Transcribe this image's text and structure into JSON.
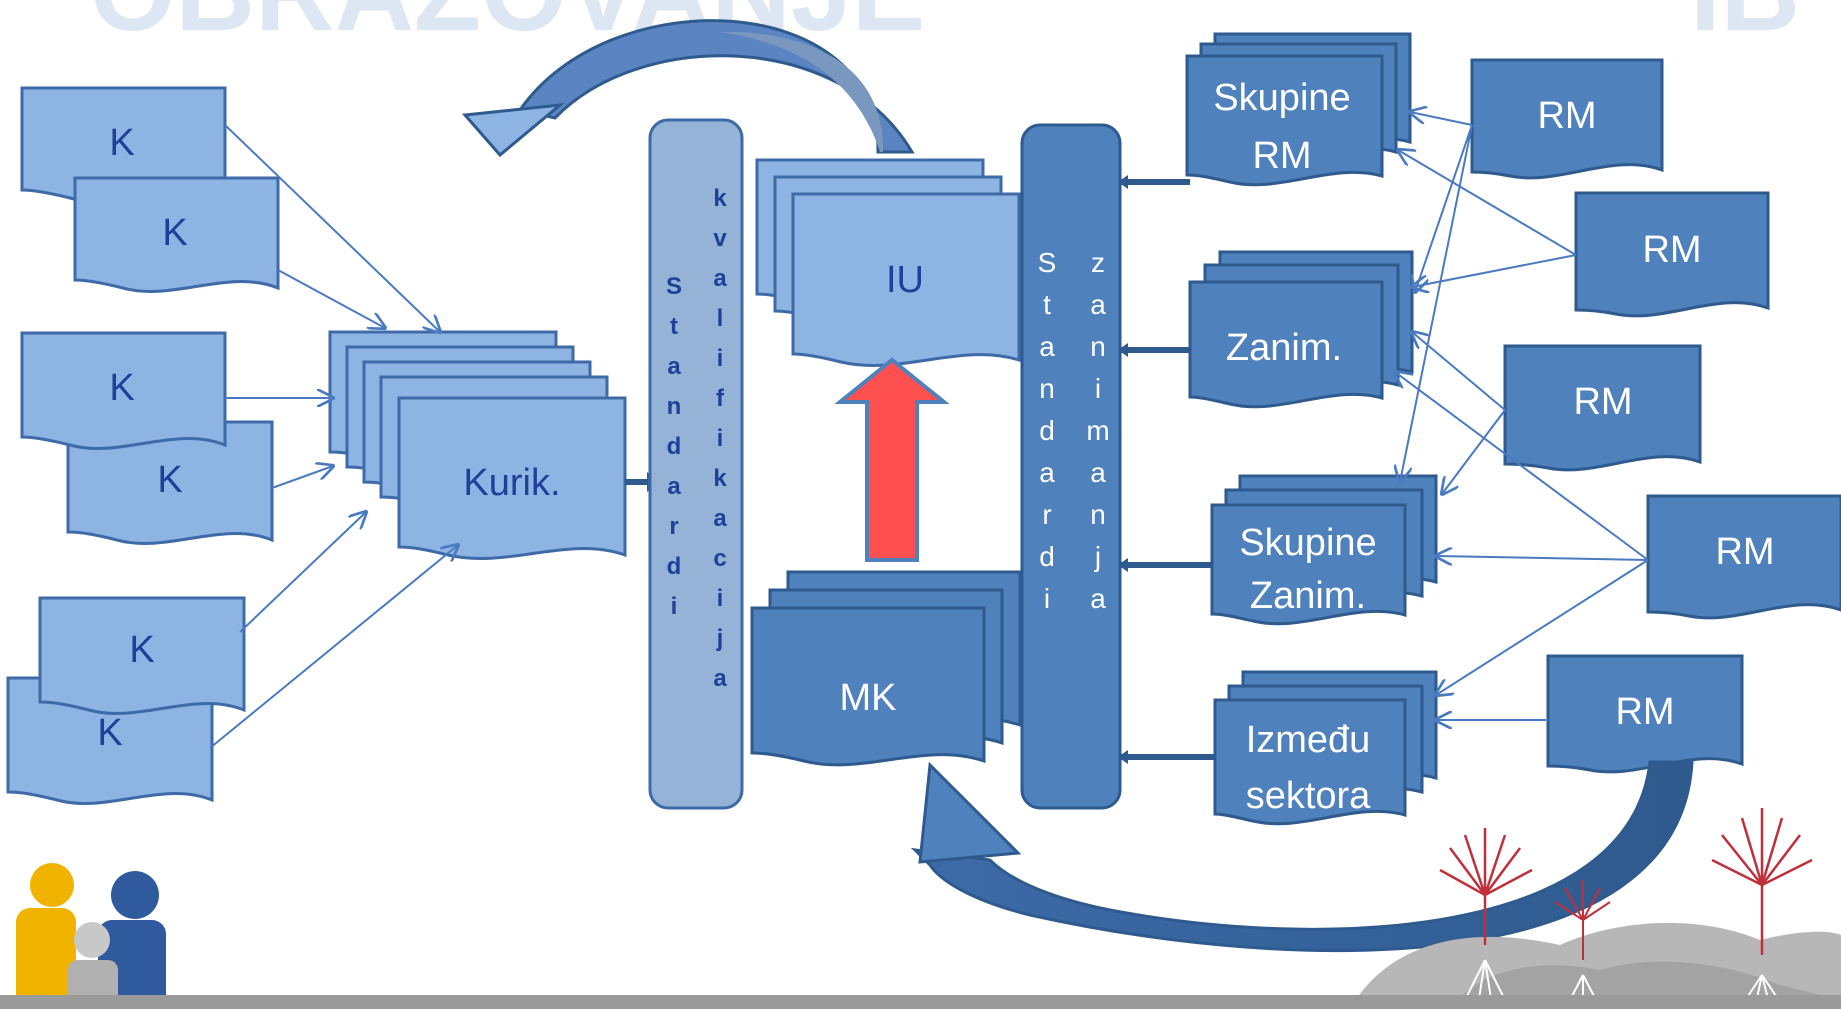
{
  "header_text": "OBRAZOVANJE",
  "header_text_right": "IB",
  "k_label": "K",
  "kurik_label": "Kurik.",
  "standard_kvalifikacija": {
    "left_column": [
      "S",
      "t",
      "a",
      "n",
      "d",
      "a",
      "r",
      "d",
      "i"
    ],
    "right_column": [
      "k",
      "v",
      "a",
      "l",
      "i",
      "f",
      "i",
      "k",
      "a",
      "c",
      "i",
      "j",
      "a"
    ]
  },
  "iu_label": "IU",
  "mk_label": "MK",
  "standard_zanimanja": {
    "left_column": [
      "S",
      "t",
      "a",
      "n",
      "d",
      "a",
      "r",
      "d",
      "i"
    ],
    "right_column": [
      "z",
      "a",
      "n",
      "i",
      "m",
      "a",
      "n",
      "j",
      "a"
    ]
  },
  "groups": [
    {
      "line1": "Skupine",
      "line2": "RM"
    },
    {
      "line1": "Zanim.",
      "line2": ""
    },
    {
      "line1": "Skupine",
      "line2": "Zanim."
    },
    {
      "line1": "Između",
      "line2": "sektora"
    }
  ],
  "rm_label": "RM",
  "colors": {
    "light_blue": "#8eb4e3",
    "dark_blue": "#4f81bd",
    "red_arrow": "#ff5050",
    "bar_column": "#95b3d7"
  }
}
